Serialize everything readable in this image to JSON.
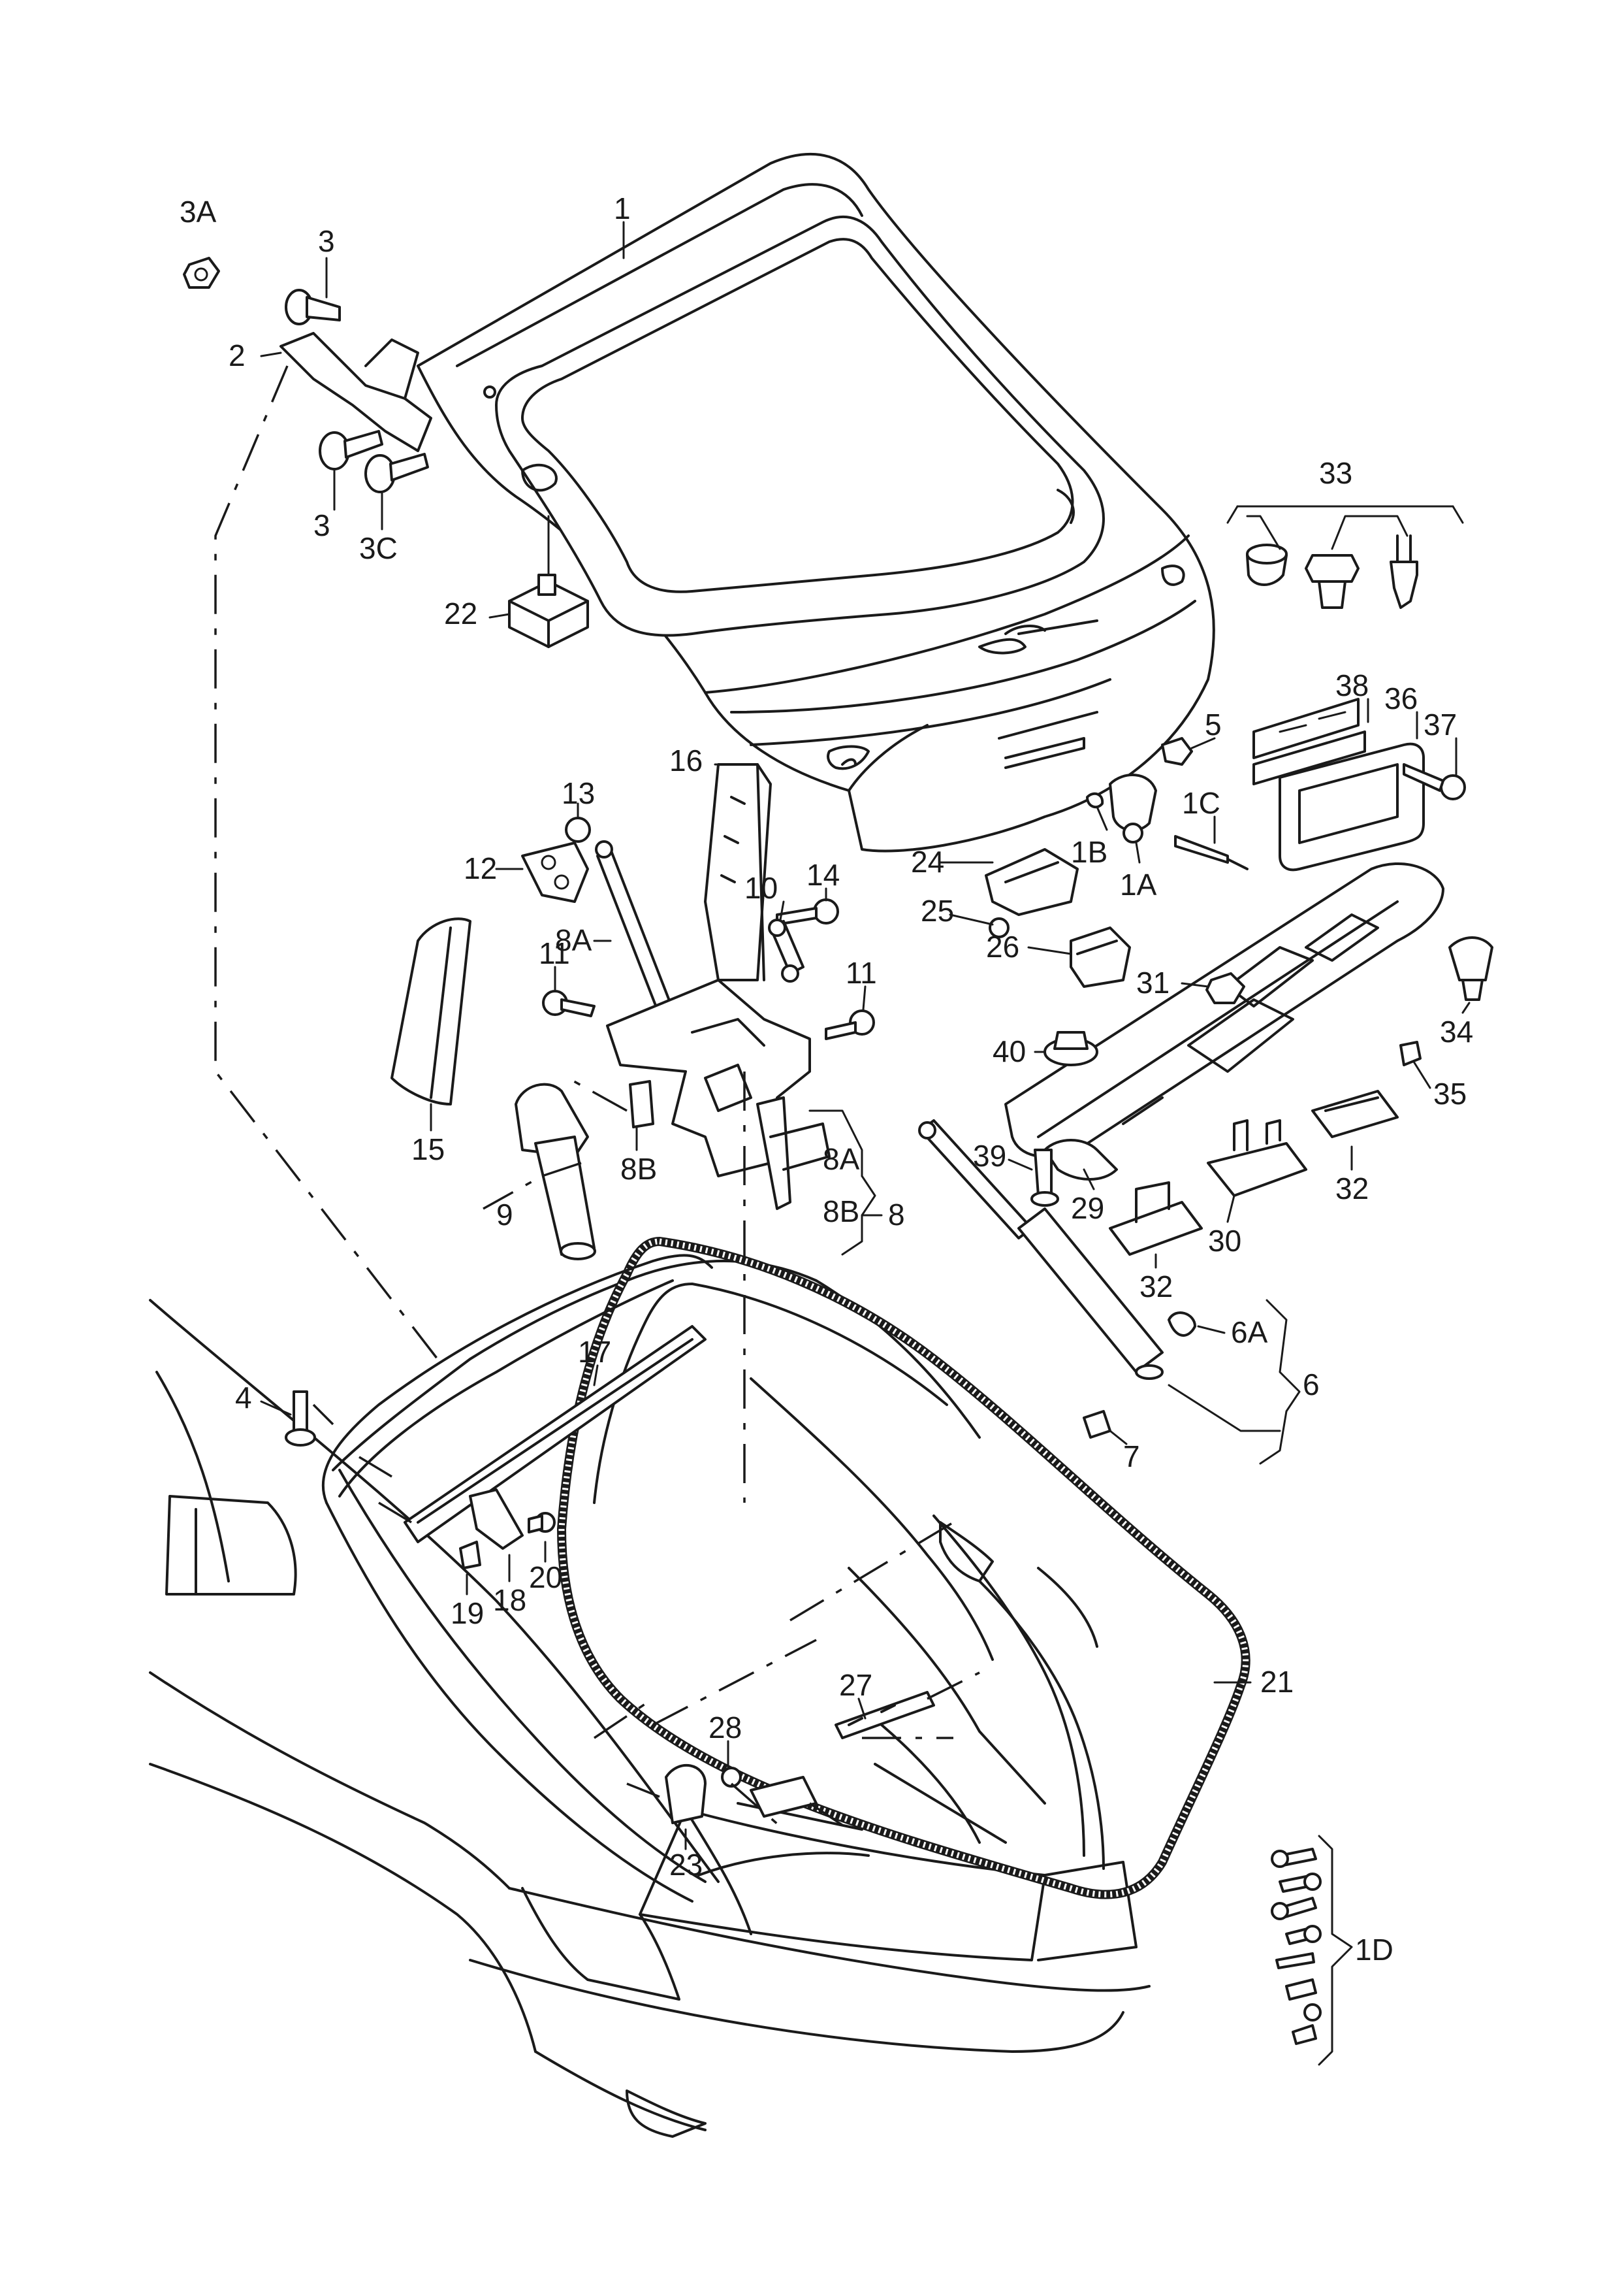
{
  "labels": [
    {
      "text": "3A"
    },
    {
      "text": "3"
    },
    {
      "text": "1"
    },
    {
      "text": "2"
    },
    {
      "text": "3"
    },
    {
      "text": "3C"
    },
    {
      "text": "22"
    },
    {
      "text": "33"
    },
    {
      "text": "38"
    },
    {
      "text": "36"
    },
    {
      "text": "37"
    },
    {
      "text": "5"
    },
    {
      "text": "1C"
    },
    {
      "text": "1B"
    },
    {
      "text": "1A"
    },
    {
      "text": "16"
    },
    {
      "text": "13"
    },
    {
      "text": "12"
    },
    {
      "text": "14"
    },
    {
      "text": "10"
    },
    {
      "text": "8A"
    },
    {
      "text": "24"
    },
    {
      "text": "25"
    },
    {
      "text": "26"
    },
    {
      "text": "11"
    },
    {
      "text": "11"
    },
    {
      "text": "31"
    },
    {
      "text": "34"
    },
    {
      "text": "40"
    },
    {
      "text": "35"
    },
    {
      "text": "15"
    },
    {
      "text": "8B"
    },
    {
      "text": "8A"
    },
    {
      "text": "8"
    },
    {
      "text": "8B"
    },
    {
      "text": "39"
    },
    {
      "text": "29"
    },
    {
      "text": "32"
    },
    {
      "text": "9"
    },
    {
      "text": "30"
    },
    {
      "text": "32"
    },
    {
      "text": "6A"
    },
    {
      "text": "6"
    },
    {
      "text": "17"
    },
    {
      "text": "4"
    },
    {
      "text": "7"
    },
    {
      "text": "20"
    },
    {
      "text": "19"
    },
    {
      "text": "18"
    },
    {
      "text": "21"
    },
    {
      "text": "27"
    },
    {
      "text": "28"
    },
    {
      "text": "23"
    },
    {
      "text": "1D"
    }
  ]
}
